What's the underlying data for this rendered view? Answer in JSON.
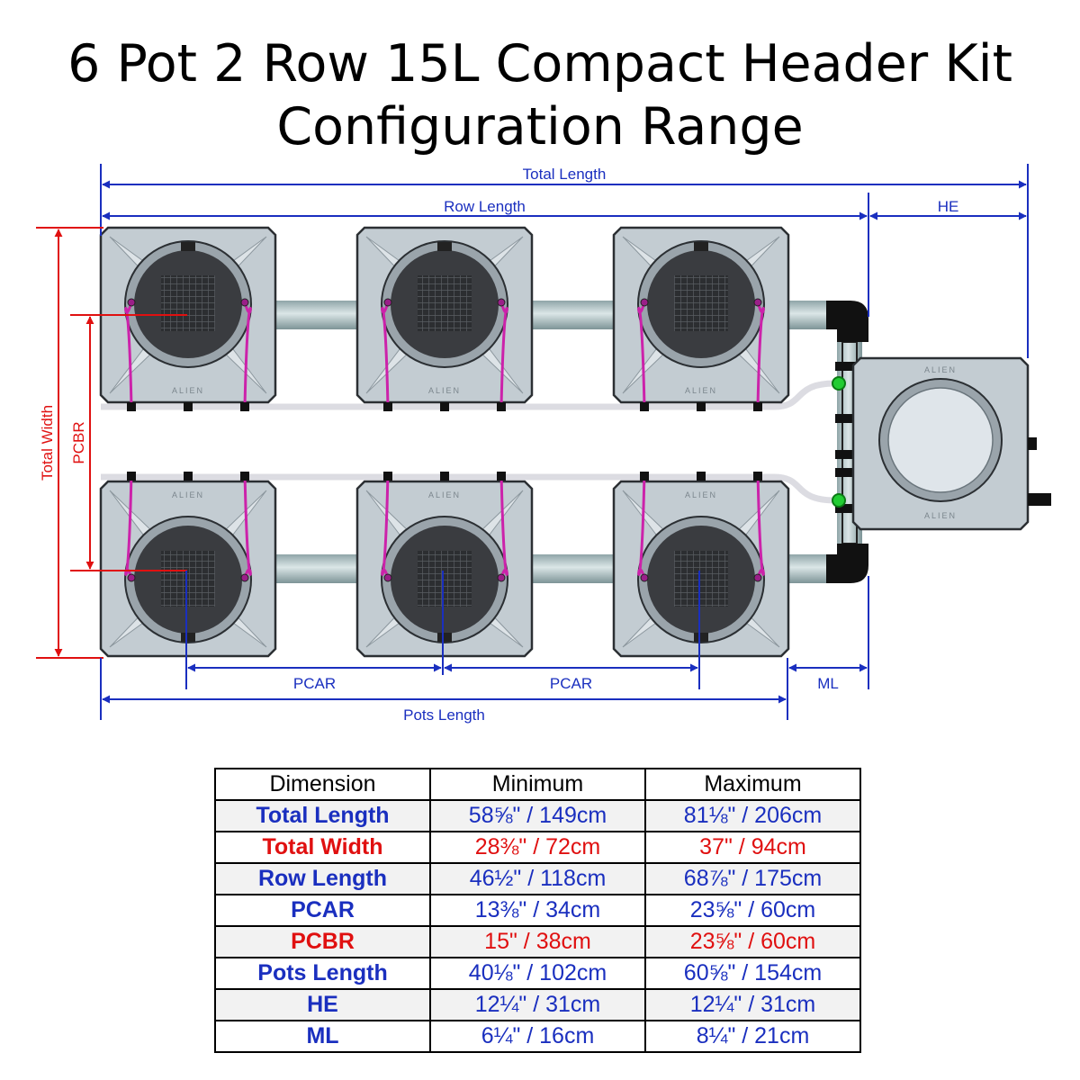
{
  "title": {
    "line1": "6 Pot 2 Row 15L Compact Header Kit",
    "line2": "Configuration Range"
  },
  "colors": {
    "blue": "#1a2fbf",
    "red": "#e01010",
    "pot_body": "#c3ccd2",
    "pot_dark": "#3a3c40",
    "pipe": "#b7c6c8",
    "tube": "#cc22aa",
    "hose": "#dcdce2",
    "valve": "#22cc33",
    "connector": "#111111"
  },
  "dimension_labels": {
    "total_length": "Total Length",
    "row_length": "Row Length",
    "he": "HE",
    "total_width": "Total Width",
    "pcbr": "PCBR",
    "pcar_1": "PCAR",
    "pcar_2": "PCAR",
    "ml": "ML",
    "pots_length": "Pots Length"
  },
  "pot_brand": "ALIEN",
  "table": {
    "headers": [
      "Dimension",
      "Minimum",
      "Maximum"
    ],
    "rows": [
      {
        "dimension": "Total Length",
        "minimum": "58⅝\" / 149cm",
        "maximum": "81⅛\" / 206cm",
        "color": "#1a2fbf"
      },
      {
        "dimension": "Total Width",
        "minimum": "28⅜\" / 72cm",
        "maximum": "37\" / 94cm",
        "color": "#e01010"
      },
      {
        "dimension": "Row Length",
        "minimum": "46½\" / 118cm",
        "maximum": "68⅞\" / 175cm",
        "color": "#1a2fbf"
      },
      {
        "dimension": "PCAR",
        "minimum": "13⅜\" / 34cm",
        "maximum": "23⅝\" / 60cm",
        "color": "#1a2fbf"
      },
      {
        "dimension": "PCBR",
        "minimum": "15\" / 38cm",
        "maximum": "23⅝\" / 60cm",
        "color": "#e01010"
      },
      {
        "dimension": "Pots Length",
        "minimum": "40⅛\" / 102cm",
        "maximum": "60⅝\" / 154cm",
        "color": "#1a2fbf"
      },
      {
        "dimension": "HE",
        "minimum": "12¼\" / 31cm",
        "maximum": "12¼\" / 31cm",
        "color": "#1a2fbf"
      },
      {
        "dimension": "ML",
        "minimum": "6¼\" / 16cm",
        "maximum": "8¼\" / 21cm",
        "color": "#1a2fbf"
      }
    ]
  }
}
